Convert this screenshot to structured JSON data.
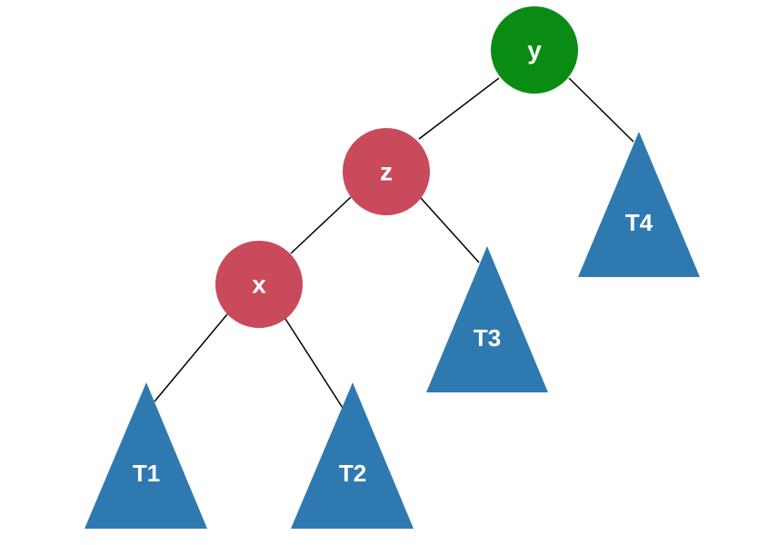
{
  "title": "Binary tree rotation case: nodes y, z, x with subtrees T1–T4",
  "colors": {
    "root": "#0a8c14",
    "inner": "#c94a5a",
    "subtree": "#2e7ab0",
    "edge": "#000000"
  },
  "nodes": {
    "y": "y",
    "z": "z",
    "x": "x"
  },
  "subtrees": {
    "t1": "T1",
    "t2": "T2",
    "t3": "T3",
    "t4": "T4"
  }
}
